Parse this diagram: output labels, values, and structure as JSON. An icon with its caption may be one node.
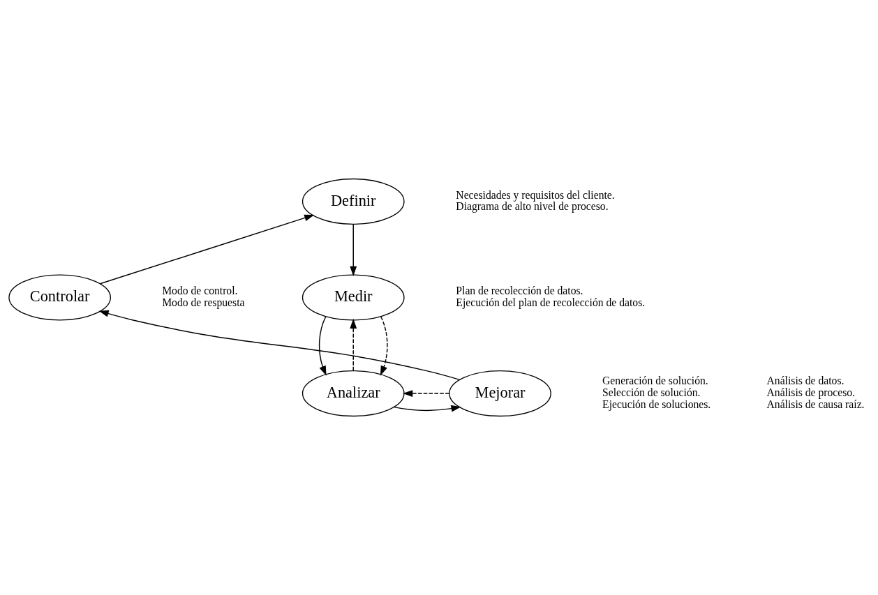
{
  "diagram": {
    "nodes": [
      {
        "text": [
          "Definir"
        ],
        "beside": [
          "Necesidades y requisitos del cliente.",
          "Diagrama de alto nivel de proceso."
        ]
      },
      {
        "text": [
          "Medir"
        ],
        "beside": [
          "Plan de recolección de datos.",
          "Ejecución del plan de recolección de datos."
        ]
      },
      {
        "text": [
          "Analizar"
        ],
        "beside": [
          "Análisis de datos.",
          "Análisis de proceso.",
          "Análisis de causa raíz."
        ]
      },
      {
        "text": [
          "Mejorar"
        ],
        "beside": [
          "Generación de solución.",
          "Selección de solución.",
          "Ejecución de soluciones."
        ]
      },
      {
        "text": [
          "Controlar"
        ],
        "beside": [
          "Modo de control.",
          "Modo de respuesta"
        ]
      }
    ],
    "edges": [
      {
        "from": 4,
        "to": 0,
        "arrow": "to"
      },
      {
        "from": 0,
        "to": 1,
        "arrow": "to"
      },
      {
        "from": 1,
        "to": 2,
        "arrow": "to"
      },
      {
        "from": 2,
        "to": 1,
        "arrow": "to",
        "style": "dashed"
      },
      {
        "from": 1,
        "to": 2,
        "arrow": "to",
        "style": "dashed"
      },
      {
        "from": 2,
        "to": 3,
        "arrow": "to"
      },
      {
        "from": 3,
        "to": 2,
        "arrow": "to",
        "style": "dashed"
      },
      {
        "from": 3,
        "to": 4,
        "arrow": "to"
      }
    ]
  }
}
